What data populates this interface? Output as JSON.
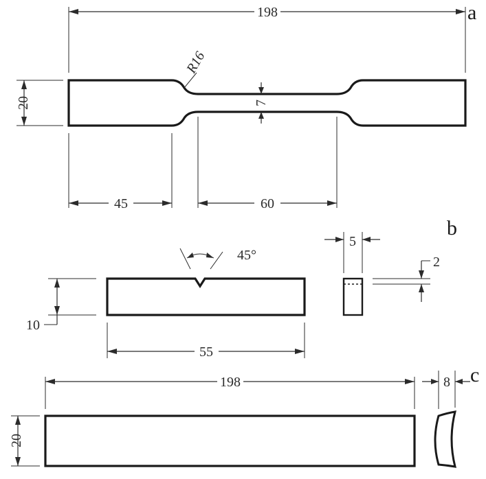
{
  "labels": {
    "a": "a",
    "b": "b",
    "c": "c"
  },
  "dims_a": {
    "length": "198",
    "width": "20",
    "radius": "R16",
    "neck": "7",
    "grip": "45",
    "gauge": "60"
  },
  "dims_b": {
    "notch_angle": "45°",
    "height": "10",
    "length": "55",
    "thickness": "5",
    "notch_depth": "2"
  },
  "dims_c": {
    "length": "198",
    "width": "20",
    "thickness": "8"
  }
}
